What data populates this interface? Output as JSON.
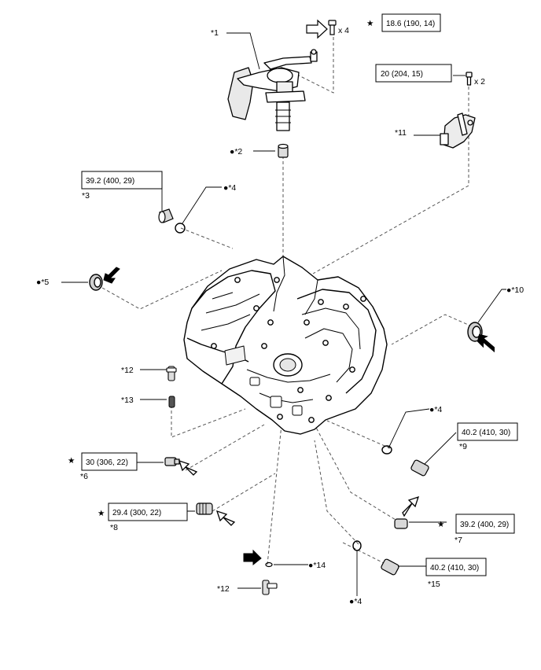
{
  "diagram": {
    "callouts": {
      "c1": "*1",
      "c2": "●*2",
      "c3": "*3",
      "c4a": "●*4",
      "c4b": "●*4",
      "c4c": "●*4",
      "c5": "●*5",
      "c6": "*6",
      "c7": "*7",
      "c8": "*8",
      "c9": "*9",
      "c10": "●*10",
      "c11": "*11",
      "c12a": "*12",
      "c12b": "*12",
      "c13": "*13",
      "c14": "●*14",
      "c15": "*15"
    },
    "torques": {
      "t1": "18.6 (190, 14)",
      "t2": "20 (204, 15)",
      "t3": "39.2 (400, 29)",
      "t6": "30 (306, 22)",
      "t7": "39.2 (400, 29)",
      "t8": "29.4 (300, 22)",
      "t9": "40.2 (410, 30)",
      "t15": "40.2 (410, 30)"
    },
    "quantities": {
      "q1": "x 4",
      "q2": "x 2"
    },
    "stars": {
      "s1": "★",
      "s6": "★",
      "s7": "★",
      "s8": "★"
    }
  }
}
